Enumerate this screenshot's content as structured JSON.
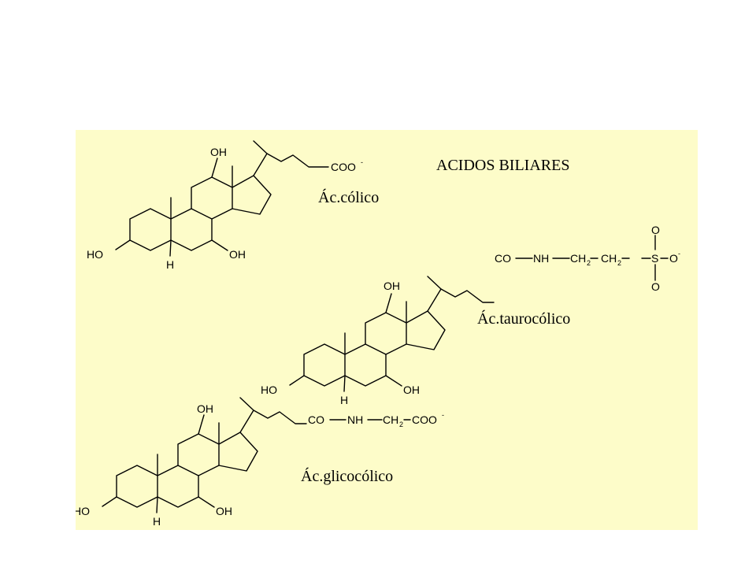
{
  "title": "ACIDOS BILIARES",
  "molecules": [
    {
      "name": "Ác.cólico",
      "side_chain": "COO⁻"
    },
    {
      "name": "Ác.taurocólico",
      "side_chain": "CO–NH–CH₂–CH₂–SO₃⁻"
    },
    {
      "name": "Ác.glicocólico",
      "side_chain": "CO–NH–CH₂–COO⁻"
    }
  ],
  "atoms": {
    "oh_top": "OH",
    "oh_right": "OH",
    "ho_left": "HO",
    "h": "H",
    "coo": "COO",
    "co": "CO",
    "nh": "NH",
    "ch": "CH",
    "s": "S",
    "o": "O",
    "sub2": "2",
    "minus": "-"
  },
  "colors": {
    "panel_background": "#fdfcc9",
    "ink": "#000000"
  }
}
